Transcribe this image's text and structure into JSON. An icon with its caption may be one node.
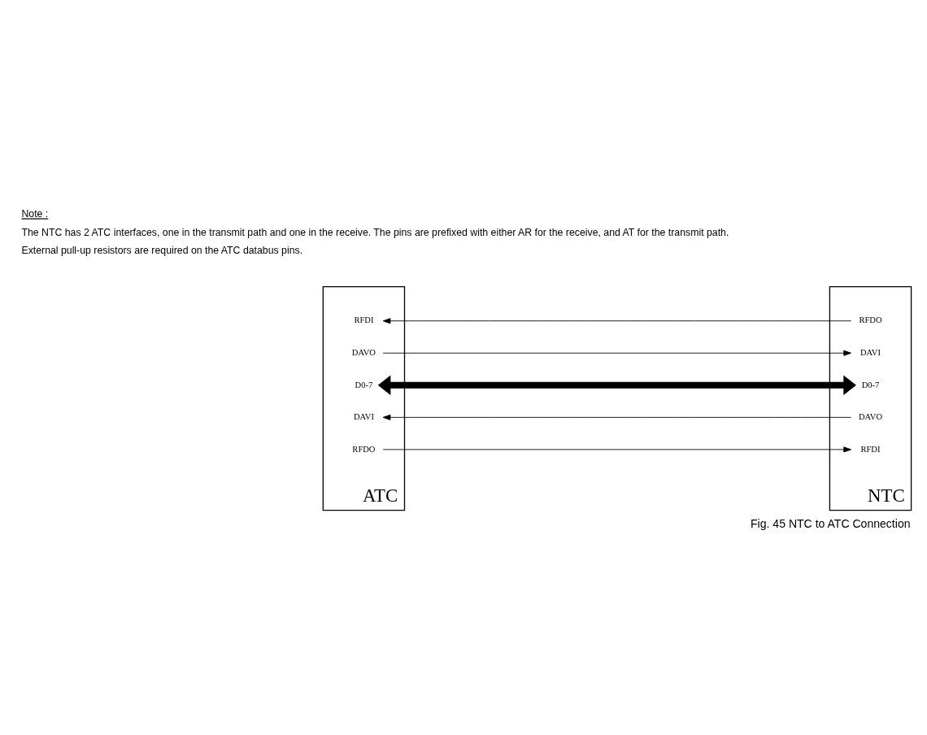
{
  "diagram": {
    "caption": "Fig. 45 NTC to ATC Connection",
    "nodes": [
      {
        "text": [
          "ATC"
        ]
      },
      {
        "text": [
          "RFDI"
        ],
        "in": 0
      },
      {
        "text": [
          "DAVO"
        ],
        "in": 0
      },
      {
        "text": [
          "D0-7"
        ],
        "in": 0
      },
      {
        "text": [
          "DAVI"
        ],
        "in": 0
      },
      {
        "text": [
          "RFDO"
        ],
        "in": 0
      },
      {
        "text": [
          "NTC"
        ]
      },
      {
        "text": [
          "RFDO"
        ],
        "in": 6
      },
      {
        "text": [
          "DAVI"
        ],
        "in": 6
      },
      {
        "text": [
          "D0-7"
        ],
        "in": 6
      },
      {
        "text": [
          "DAVO"
        ],
        "in": 6
      },
      {
        "text": [
          "RFDI"
        ],
        "in": 6
      }
    ],
    "edges": [
      {
        "from": 7,
        "to": 1,
        "arrow": "to"
      },
      {
        "from": 2,
        "to": 8,
        "arrow": "to"
      },
      {
        "from": 3,
        "to": 9,
        "arrow": "both",
        "style": "thick"
      },
      {
        "from": 10,
        "to": 4,
        "arrow": "to"
      },
      {
        "from": 5,
        "to": 11,
        "arrow": "to"
      }
    ],
    "labels": [
      "Note :",
      "The NTC has 2 ATC interfaces, one in the transmit path and one in the receive. The pins are prefixed with either AR for the receive, and AT for the transmit path.",
      "External pull-up resistors are required on the ATC databus pins."
    ]
  }
}
